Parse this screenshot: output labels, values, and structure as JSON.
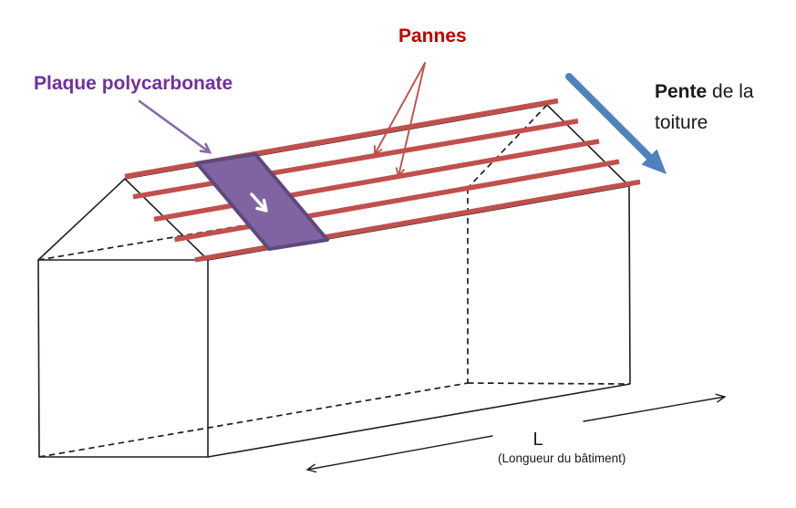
{
  "labels": {
    "pannes": "Pannes",
    "plaque": "Plaque polycarbonate",
    "pente_bold": "Pente",
    "pente_rest": " de la",
    "pente_line2": "toiture",
    "length_symbol": "L",
    "length_caption": "(Longueur du bâtiment)"
  },
  "colors": {
    "panne_red": "#C0504D",
    "label_red": "#C00000",
    "label_purple": "#7030A0",
    "plaque_fill": "#8064A2",
    "plaque_border": "#5F497A",
    "arrow_purple": "#8569A8",
    "arrow_blue": "#4F81BD",
    "arrow_white": "#FFFFFF",
    "line_black": "#1f1f1f"
  }
}
